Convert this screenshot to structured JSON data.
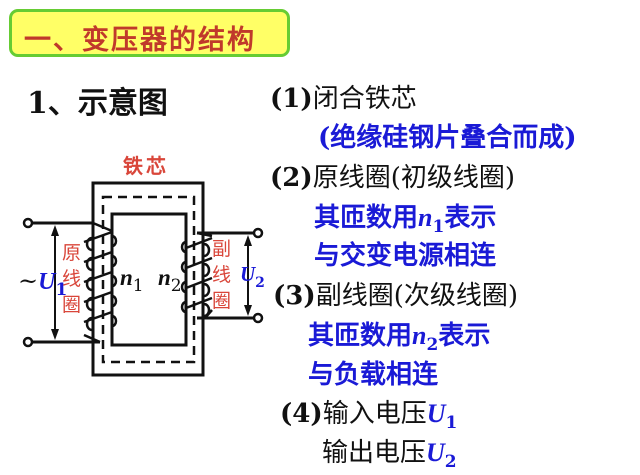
{
  "header": {
    "title": "一、变压器的结构"
  },
  "section": {
    "title": "1、示意图"
  },
  "diagram": {
    "core_label": "铁芯",
    "primary_label": [
      "原",
      "线",
      "圈"
    ],
    "secondary_label": [
      "副",
      "线",
      "圈"
    ],
    "n1": "n",
    "n1_sub": "1",
    "n2": "n",
    "n2_sub": "2",
    "u1_prefix": "~",
    "u1": "U",
    "u1_sub": "1",
    "u2": "U",
    "u2_sub": "2",
    "colors": {
      "label_red": "#d9463a",
      "symbol_blue": "#1a1ad6",
      "line": "#111111"
    }
  },
  "items": [
    {
      "num": "(1)",
      "text": "闭合铁芯"
    },
    {
      "note": "(绝缘硅钢片叠合而成)"
    },
    {
      "num": "(2)",
      "text": "原线圈(初级线圈)"
    },
    {
      "desc_pre": "其匝数用",
      "sym": "n",
      "sym_sub": "1",
      "desc_post": "表示"
    },
    {
      "desc": "与交变电源相连"
    },
    {
      "num": "(3)",
      "text": "副线圈(次级线圈)"
    },
    {
      "desc_pre": "其匝数用",
      "sym": "n",
      "sym_sub": "2",
      "desc_post": "表示"
    },
    {
      "desc": "与负载相连"
    },
    {
      "num": "(4)",
      "text": "输入电压",
      "sym": "U",
      "sym_sub": "1"
    },
    {
      "text": "输出电压",
      "sym": "U",
      "sym_sub": "2"
    }
  ],
  "colors": {
    "title_bg": "#ffff66",
    "title_border": "#66cc33",
    "title_text": "#c0392b",
    "blue_text": "#1a1ad6"
  }
}
